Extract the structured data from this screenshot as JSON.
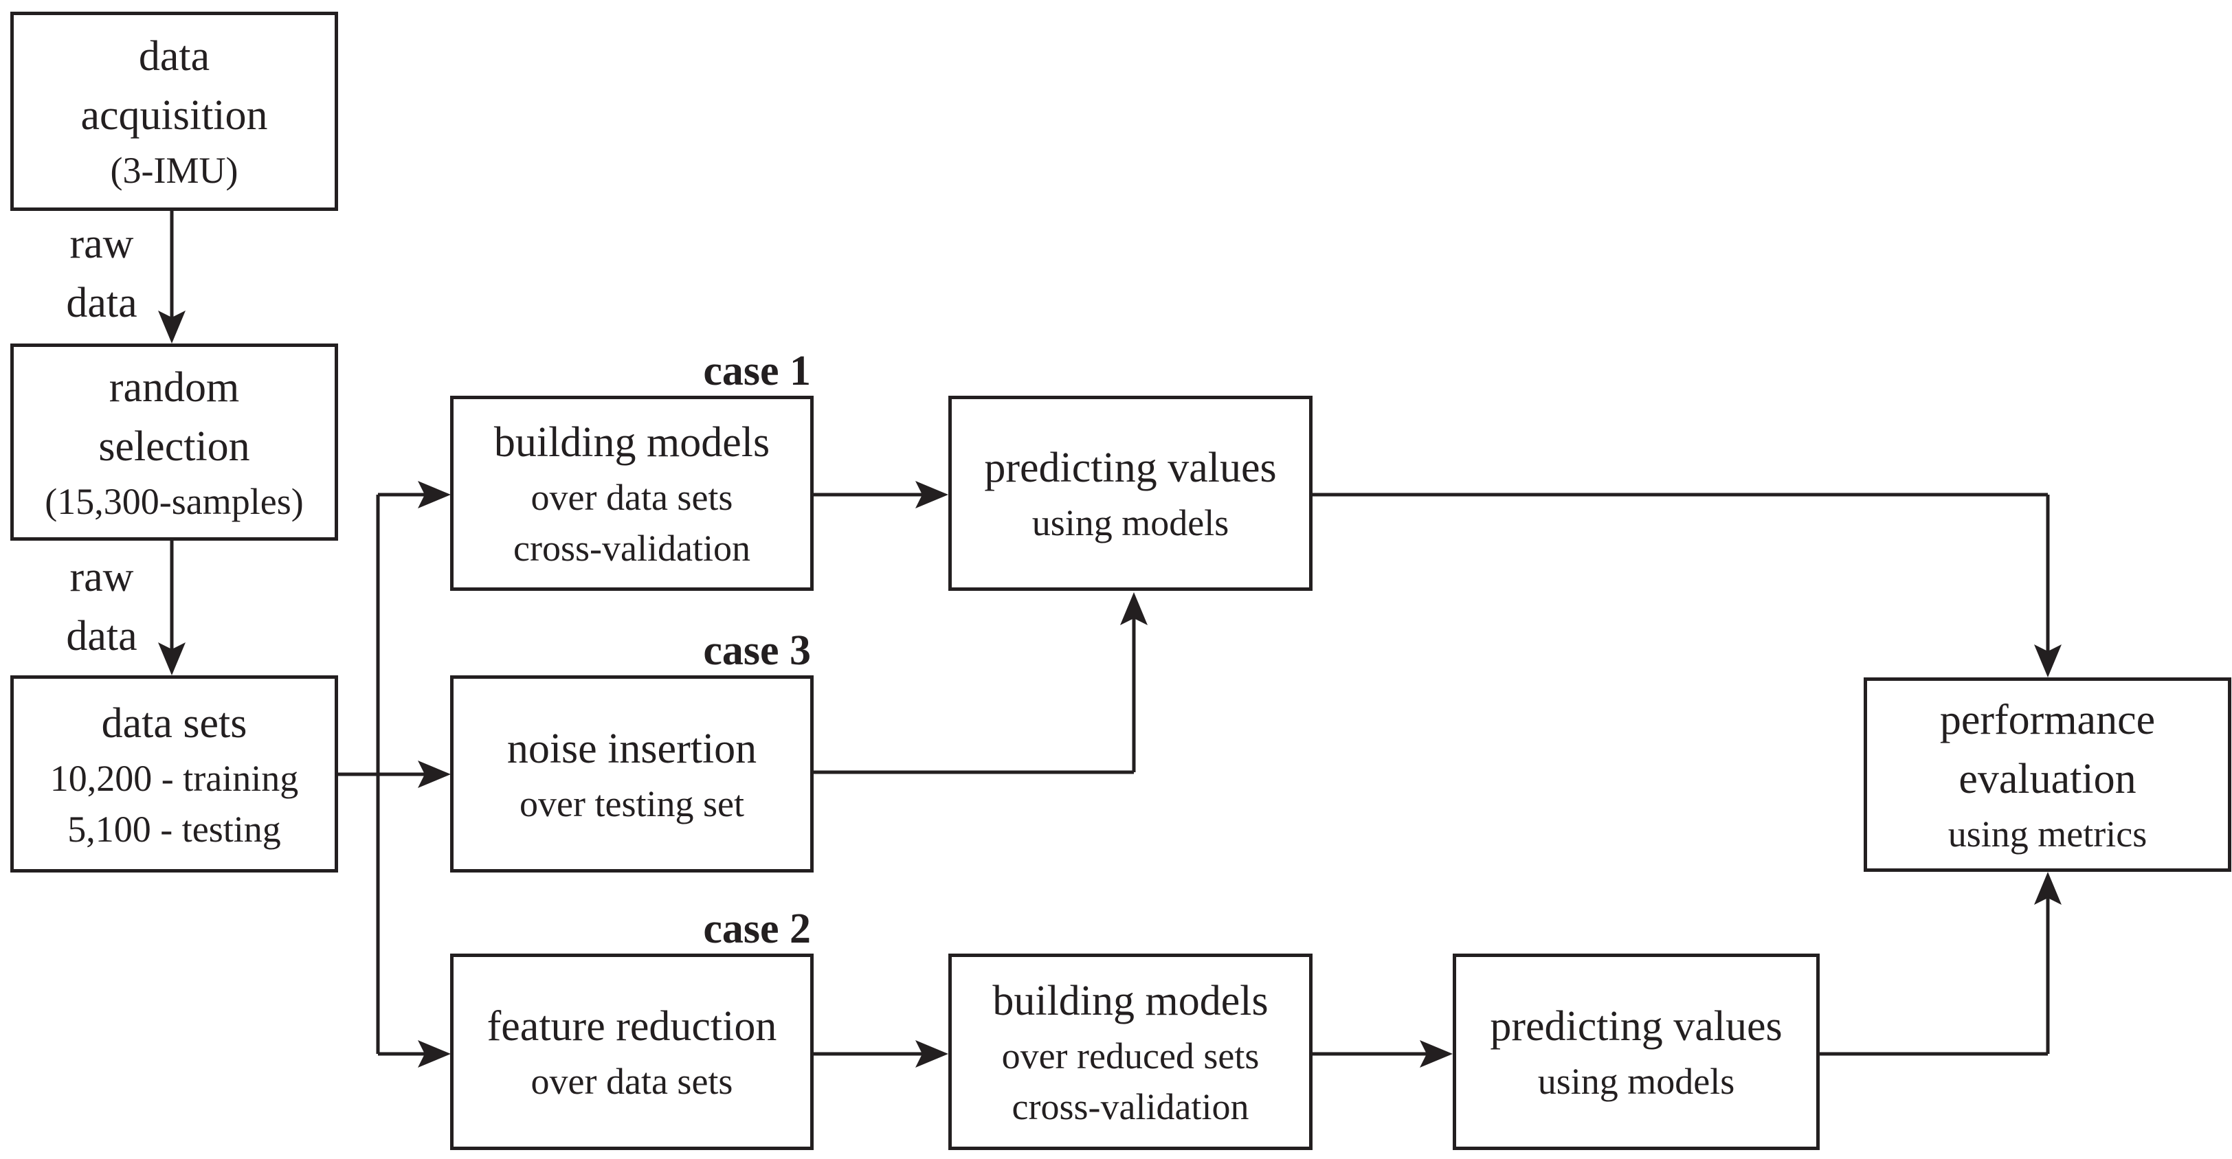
{
  "boxes": {
    "acquisition": {
      "line1": "data",
      "line2": "acquisition",
      "line3": "(3-IMU)"
    },
    "selection": {
      "line1": "random",
      "line2": "selection",
      "line3": "(15,300-samples)"
    },
    "datasets": {
      "line1": "data sets",
      "line2": "10,200 - training",
      "line3": "5,100 - testing"
    },
    "case1_build": {
      "line1": "building models",
      "line2": "over data sets",
      "line3": "cross-validation"
    },
    "case1_predict": {
      "line1": "predicting values",
      "line2": "using models"
    },
    "case3_noise": {
      "line1": "noise insertion",
      "line2": "over testing set"
    },
    "case2_reduce": {
      "line1": "feature reduction",
      "line2": "over data sets"
    },
    "case2_build": {
      "line1": "building models",
      "line2": "over  reduced sets",
      "line3": "cross-validation"
    },
    "case2_predict": {
      "line1": "predicting values",
      "line2": "using models"
    },
    "performance": {
      "line1": "performance",
      "line2": "evaluation",
      "line3": "using metrics"
    }
  },
  "arrow_labels": {
    "raw1": {
      "line1": "raw",
      "line2": "data"
    },
    "raw2": {
      "line1": "raw",
      "line2": "data"
    }
  },
  "case_labels": {
    "case1": "case 1",
    "case3": "case 3",
    "case2": "case 2"
  }
}
